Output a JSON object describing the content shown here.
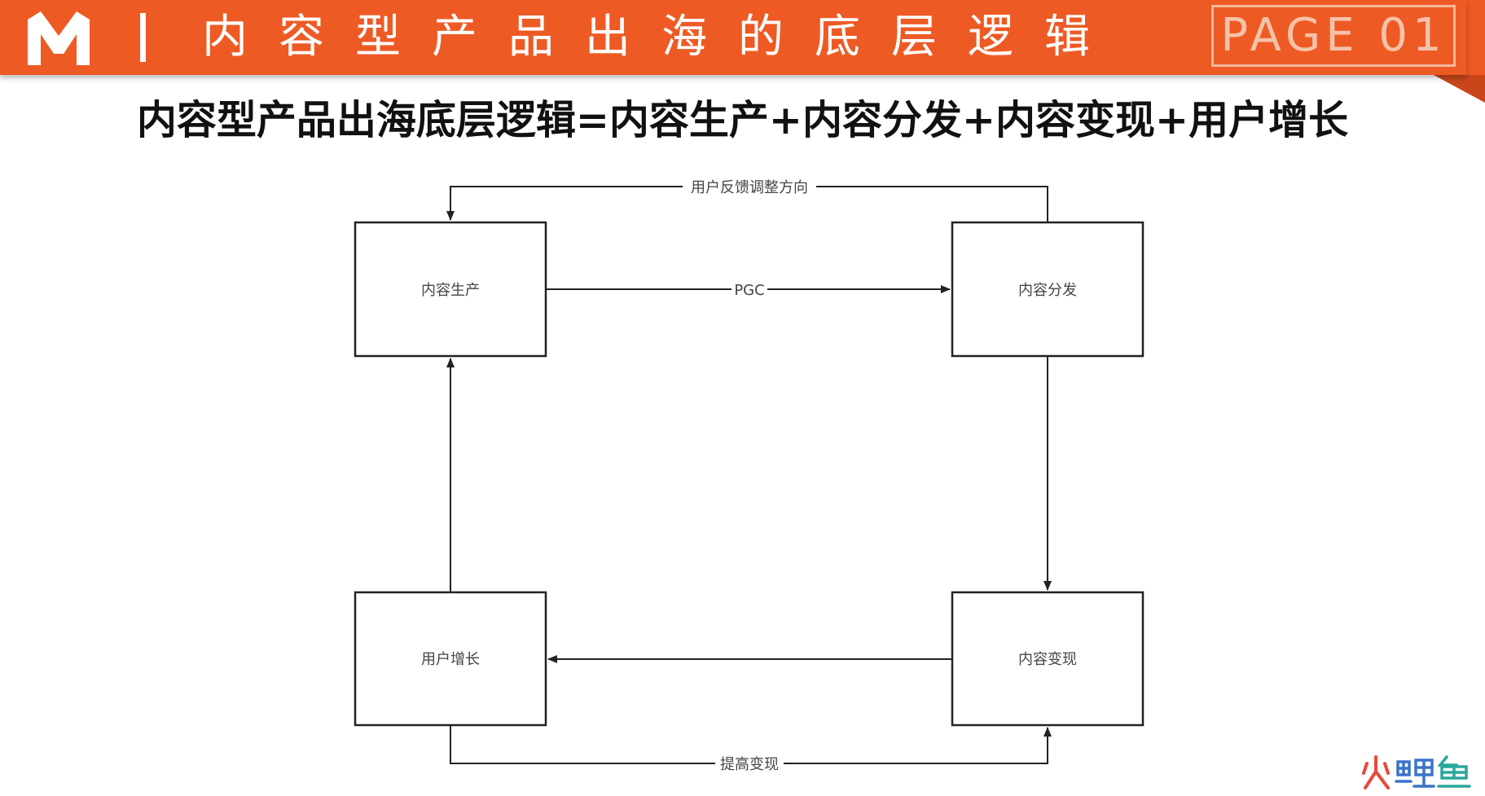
{
  "header": {
    "separator": "|",
    "title": "内容型产品出海的底层逻辑",
    "page_label": "PAGE 01",
    "brand_color": "#ee5a24",
    "logo_icon": "m-logo-icon"
  },
  "subtitle": "内容型产品出海底层逻辑=内容生产+内容分发+内容变现+用户增长",
  "diagram": {
    "nodes": [
      {
        "id": "production",
        "label": "内容生产"
      },
      {
        "id": "distribution",
        "label": "内容分发"
      },
      {
        "id": "monetization",
        "label": "内容变现"
      },
      {
        "id": "growth",
        "label": "用户增长"
      }
    ],
    "edges": [
      {
        "from": "production",
        "to": "distribution",
        "label": "PGC"
      },
      {
        "from": "distribution",
        "to": "monetization",
        "label": ""
      },
      {
        "from": "monetization",
        "to": "growth",
        "label": ""
      },
      {
        "from": "growth",
        "to": "production",
        "label": ""
      },
      {
        "from": "distribution",
        "to": "production",
        "label": "用户反馈调整方向"
      },
      {
        "from": "growth",
        "to": "monetization",
        "label": "提高变现"
      }
    ]
  },
  "watermark": {
    "text": "火鲤鱼",
    "icon": "huoliyu-logo-icon"
  }
}
